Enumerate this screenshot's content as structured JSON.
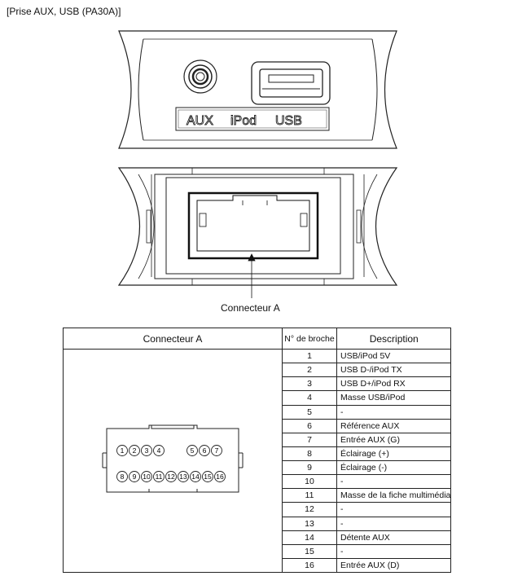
{
  "title": "[Prise AUX, USB (PA30A)]",
  "face_labels": {
    "aux": "AUX",
    "ipod": "iPod",
    "usb": "USB"
  },
  "connector_caption": "Connecteur A",
  "table": {
    "header_connector": "Connecteur A",
    "header_pin": "N° de broche",
    "header_description": "Description",
    "rows": [
      {
        "pin": "1",
        "description": "USB/iPod 5V"
      },
      {
        "pin": "2",
        "description": "USB D-/iPod TX"
      },
      {
        "pin": "3",
        "description": "USB D+/iPod RX"
      },
      {
        "pin": "4",
        "description": "Masse USB/iPod"
      },
      {
        "pin": "5",
        "description": "-"
      },
      {
        "pin": "6",
        "description": "Référence AUX"
      },
      {
        "pin": "7",
        "description": "Entrée AUX (G)"
      },
      {
        "pin": "8",
        "description": "Éclairage (+)"
      },
      {
        "pin": "9",
        "description": "Éclairage (-)"
      },
      {
        "pin": "10",
        "description": "-"
      },
      {
        "pin": "11",
        "description": "Masse de la fiche multimédia"
      },
      {
        "pin": "12",
        "description": "-"
      },
      {
        "pin": "13",
        "description": "-"
      },
      {
        "pin": "14",
        "description": "Détente AUX"
      },
      {
        "pin": "15",
        "description": "-"
      },
      {
        "pin": "16",
        "description": "Entrée AUX (D)"
      }
    ]
  },
  "pin_diagram": {
    "top_row": [
      "1",
      "2",
      "3",
      "4",
      "5",
      "6",
      "7"
    ],
    "bottom_row": [
      "8",
      "9",
      "10",
      "11",
      "12",
      "13",
      "14",
      "15",
      "16"
    ]
  }
}
